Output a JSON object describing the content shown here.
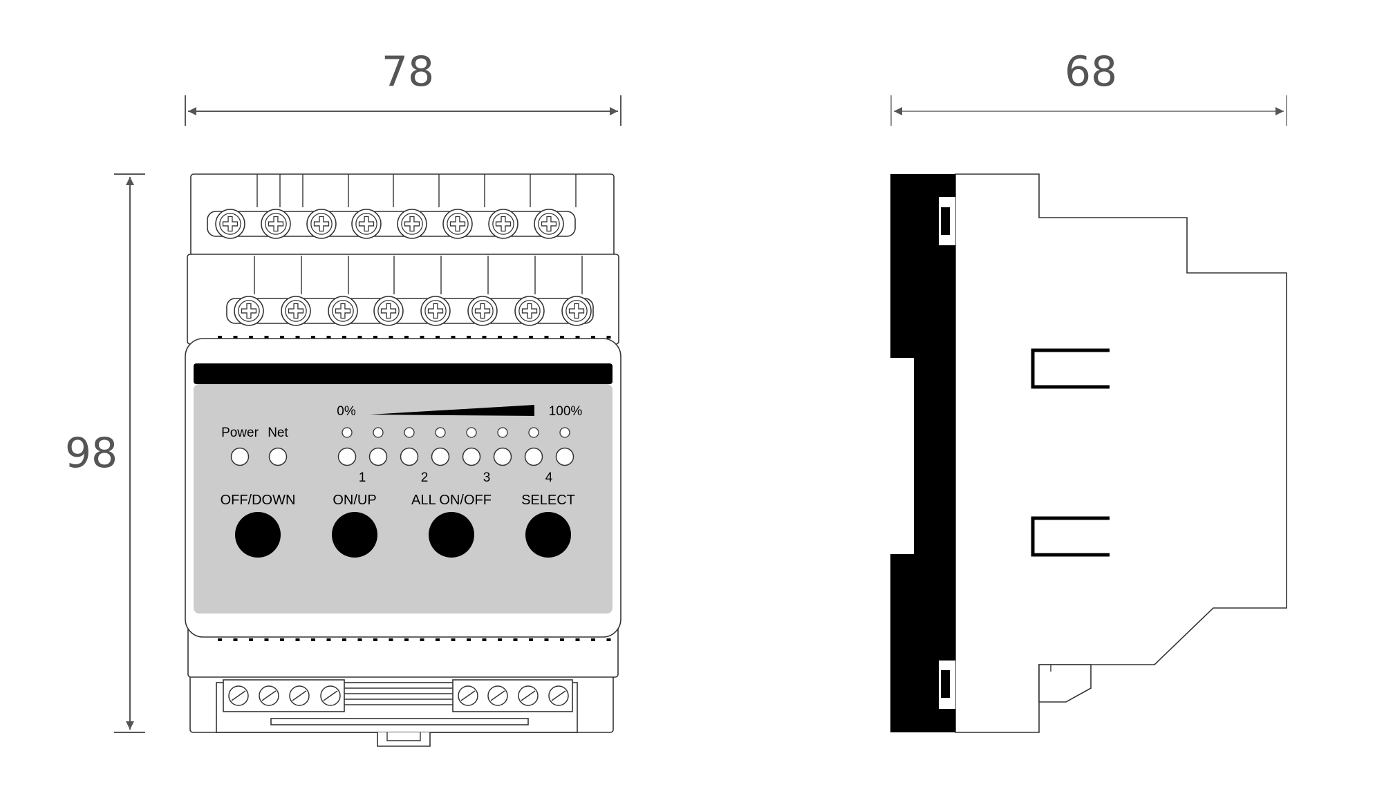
{
  "dimensions": {
    "front_width": "78",
    "side_depth": "68",
    "height": "98"
  },
  "panel": {
    "status_labels": [
      "Power",
      "Net"
    ],
    "scale_min": "0%",
    "scale_max": "100%",
    "channel_labels": [
      "1",
      "2",
      "3",
      "4"
    ],
    "button_labels": [
      "OFF/DOWN",
      "ON/UP",
      "ALL ON/OFF",
      "SELECT"
    ]
  },
  "colors": {
    "stroke": "#333333",
    "dimension": "#555555",
    "panel_face": "#cccccc",
    "black": "#000000"
  }
}
